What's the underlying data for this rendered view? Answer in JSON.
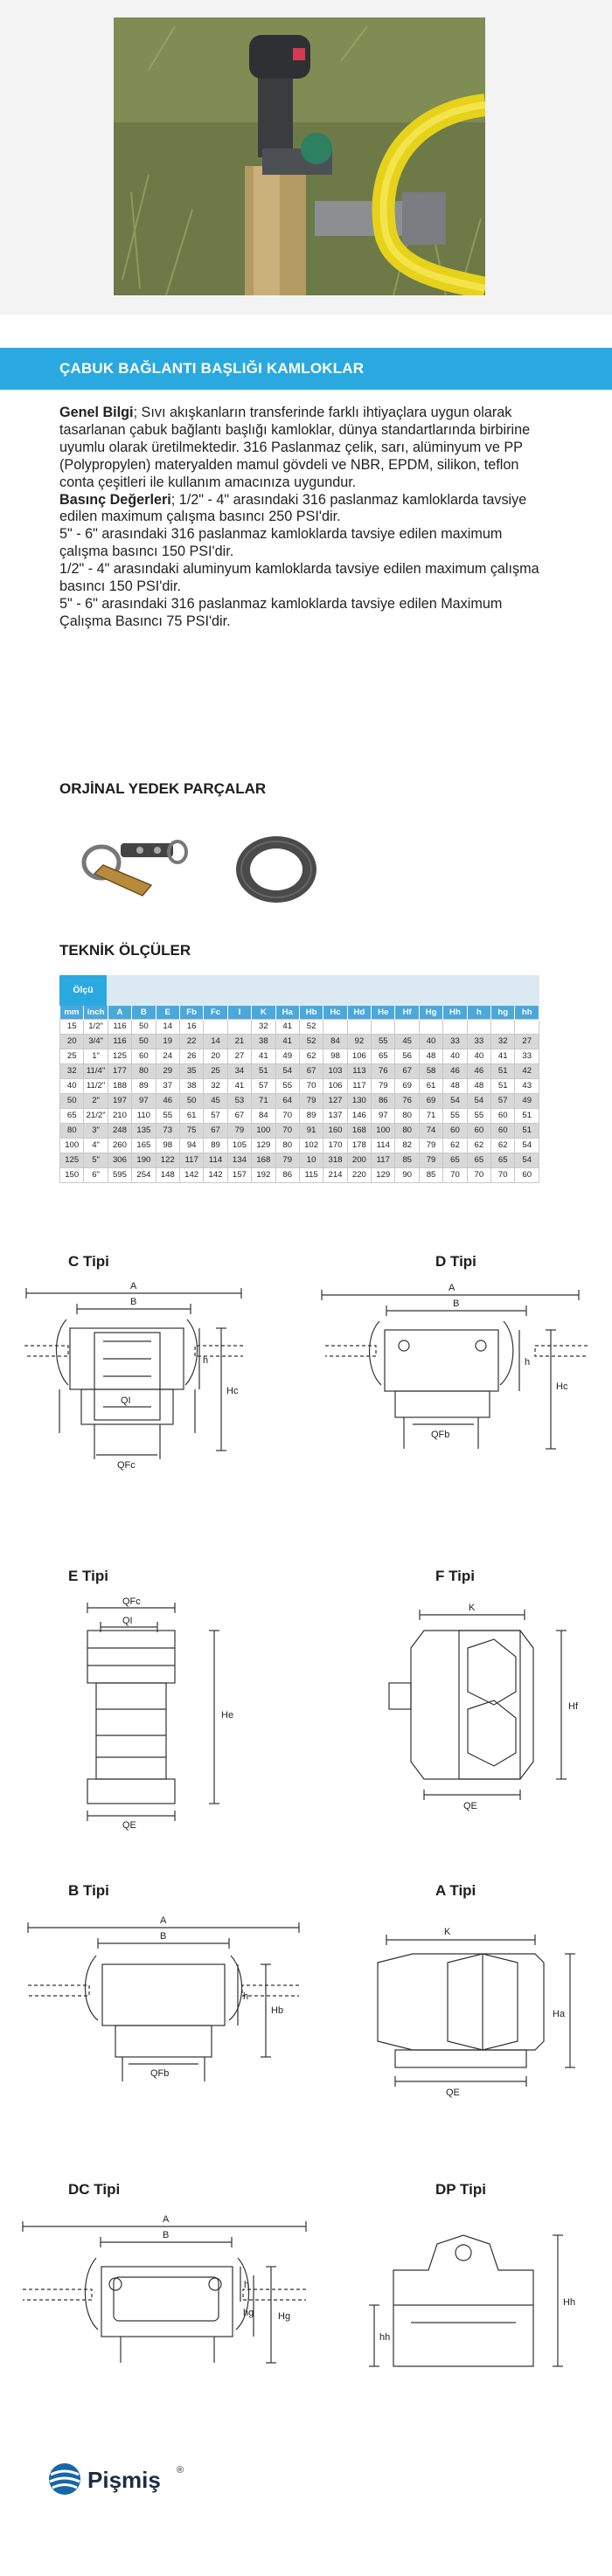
{
  "section_title": "ÇABUK BAĞLANTI BAŞLIĞI KAMLOKLAR",
  "info": {
    "genel_label": "Genel Bilgi",
    "genel_text": "; Sıvı akışkanların transferinde farklı ihtiyaçlara uygun olarak tasarlanan çabuk bağlantı başlığı kamloklar, dünya standartlarında birbirine uyumlu olarak üretilmektedir. 316 Paslanmaz çelik, sarı, alüminyum ve PP (Polypropylen) materyalden mamul gövdeli ve NBR, EPDM, silikon, teflon conta çeşitleri ile kullanım amacınıza uygundur.",
    "basinc_label": "Basınç Değerleri",
    "basinc_text": "; 1/2\" - 4\" arasındaki 316 paslanmaz kamloklarda tavsiye edilen maximum çalışma basıncı 250 PSI'dir.",
    "line2": "5\" - 6\" arasındaki 316 paslanmaz kamloklarda tavsiye edilen maximum çalışma basıncı 150 PSI'dir.",
    "line3": "1/2\" - 4\" arasındaki aluminyum kamloklarda tavsiye edilen maximum çalışma basıncı 150 PSI'dir.",
    "line4": "5\" - 6\" arasındaki 316 paslanmaz kamloklarda tavsiye edilen Maximum Çalışma Basıncı 75 PSI'dir."
  },
  "spare_parts_heading": "ORJİNAL YEDEK PARÇALAR",
  "tech_heading": "TEKNİK ÖLÇÜLER",
  "table": {
    "olcu_label": "Ölçü",
    "columns": [
      "mm",
      "inch",
      "A",
      "B",
      "E",
      "Fb",
      "Fc",
      "I",
      "K",
      "Ha",
      "Hb",
      "Hc",
      "Hd",
      "He",
      "Hf",
      "Hg",
      "Hh",
      "h",
      "hg",
      "hh"
    ],
    "rows": [
      [
        "15",
        "1/2\"",
        "116",
        "50",
        "14",
        "16",
        "",
        "",
        "32",
        "41",
        "52",
        "",
        "",
        "",
        "",
        "",
        "",
        "",
        "",
        ""
      ],
      [
        "20",
        "3/4\"",
        "116",
        "50",
        "19",
        "22",
        "14",
        "21",
        "38",
        "41",
        "52",
        "84",
        "92",
        "55",
        "45",
        "40",
        "33",
        "33",
        "32",
        "27"
      ],
      [
        "25",
        "1\"",
        "125",
        "60",
        "24",
        "26",
        "20",
        "27",
        "41",
        "49",
        "62",
        "98",
        "106",
        "65",
        "56",
        "48",
        "40",
        "40",
        "41",
        "33"
      ],
      [
        "32",
        "11/4\"",
        "177",
        "80",
        "29",
        "35",
        "25",
        "34",
        "51",
        "54",
        "67",
        "103",
        "113",
        "76",
        "67",
        "58",
        "46",
        "46",
        "51",
        "42"
      ],
      [
        "40",
        "11/2\"",
        "188",
        "89",
        "37",
        "38",
        "32",
        "41",
        "57",
        "55",
        "70",
        "106",
        "117",
        "79",
        "69",
        "61",
        "48",
        "48",
        "51",
        "43"
      ],
      [
        "50",
        "2\"",
        "197",
        "97",
        "46",
        "50",
        "45",
        "53",
        "71",
        "64",
        "79",
        "127",
        "130",
        "86",
        "76",
        "69",
        "54",
        "54",
        "57",
        "49"
      ],
      [
        "65",
        "21/2\"",
        "210",
        "110",
        "55",
        "61",
        "57",
        "67",
        "84",
        "70",
        "89",
        "137",
        "146",
        "97",
        "80",
        "71",
        "55",
        "55",
        "60",
        "51"
      ],
      [
        "80",
        "3\"",
        "248",
        "135",
        "73",
        "75",
        "67",
        "79",
        "100",
        "70",
        "91",
        "160",
        "168",
        "100",
        "80",
        "74",
        "60",
        "60",
        "60",
        "51"
      ],
      [
        "100",
        "4\"",
        "260",
        "165",
        "98",
        "94",
        "89",
        "105",
        "129",
        "80",
        "102",
        "170",
        "178",
        "114",
        "82",
        "79",
        "62",
        "62",
        "62",
        "54"
      ],
      [
        "125",
        "5\"",
        "306",
        "190",
        "122",
        "117",
        "114",
        "134",
        "168",
        "79",
        "10",
        "318",
        "200",
        "117",
        "85",
        "79",
        "65",
        "65",
        "65",
        "54"
      ],
      [
        "150",
        "6\"",
        "595",
        "254",
        "148",
        "142",
        "142",
        "157",
        "192",
        "86",
        "115",
        "214",
        "220",
        "129",
        "90",
        "85",
        "70",
        "70",
        "70",
        "60"
      ]
    ]
  },
  "diagrams": {
    "c": {
      "title": "C Tipi",
      "labels": [
        "A",
        "B",
        "h",
        "Hc",
        "QI",
        "QFc"
      ]
    },
    "d": {
      "title": "D Tipi",
      "labels": [
        "A",
        "B",
        "h",
        "Hc",
        "QFb"
      ]
    },
    "e": {
      "title": "E Tipi",
      "labels": [
        "QFc",
        "QI",
        "He",
        "QE"
      ]
    },
    "f": {
      "title": "F Tipi",
      "labels": [
        "K",
        "Hf",
        "QE"
      ]
    },
    "b": {
      "title": "B Tipi",
      "labels": [
        "A",
        "B",
        "h",
        "Hb",
        "QFb"
      ]
    },
    "a": {
      "title": "A Tipi",
      "labels": [
        "K",
        "Ha",
        "QE"
      ]
    },
    "dc": {
      "title": "DC Tipi",
      "labels": [
        "A",
        "B",
        "h",
        "hg",
        "Hg"
      ]
    },
    "dp": {
      "title": "DP Tipi",
      "labels": [
        "Hh",
        "hh"
      ]
    }
  },
  "logo": {
    "name": "Pişmiş",
    "reg": "®"
  },
  "colors": {
    "accent": "#2aa9e0",
    "table_header": "#4aa8db",
    "logo_blue": "#1766a8"
  }
}
